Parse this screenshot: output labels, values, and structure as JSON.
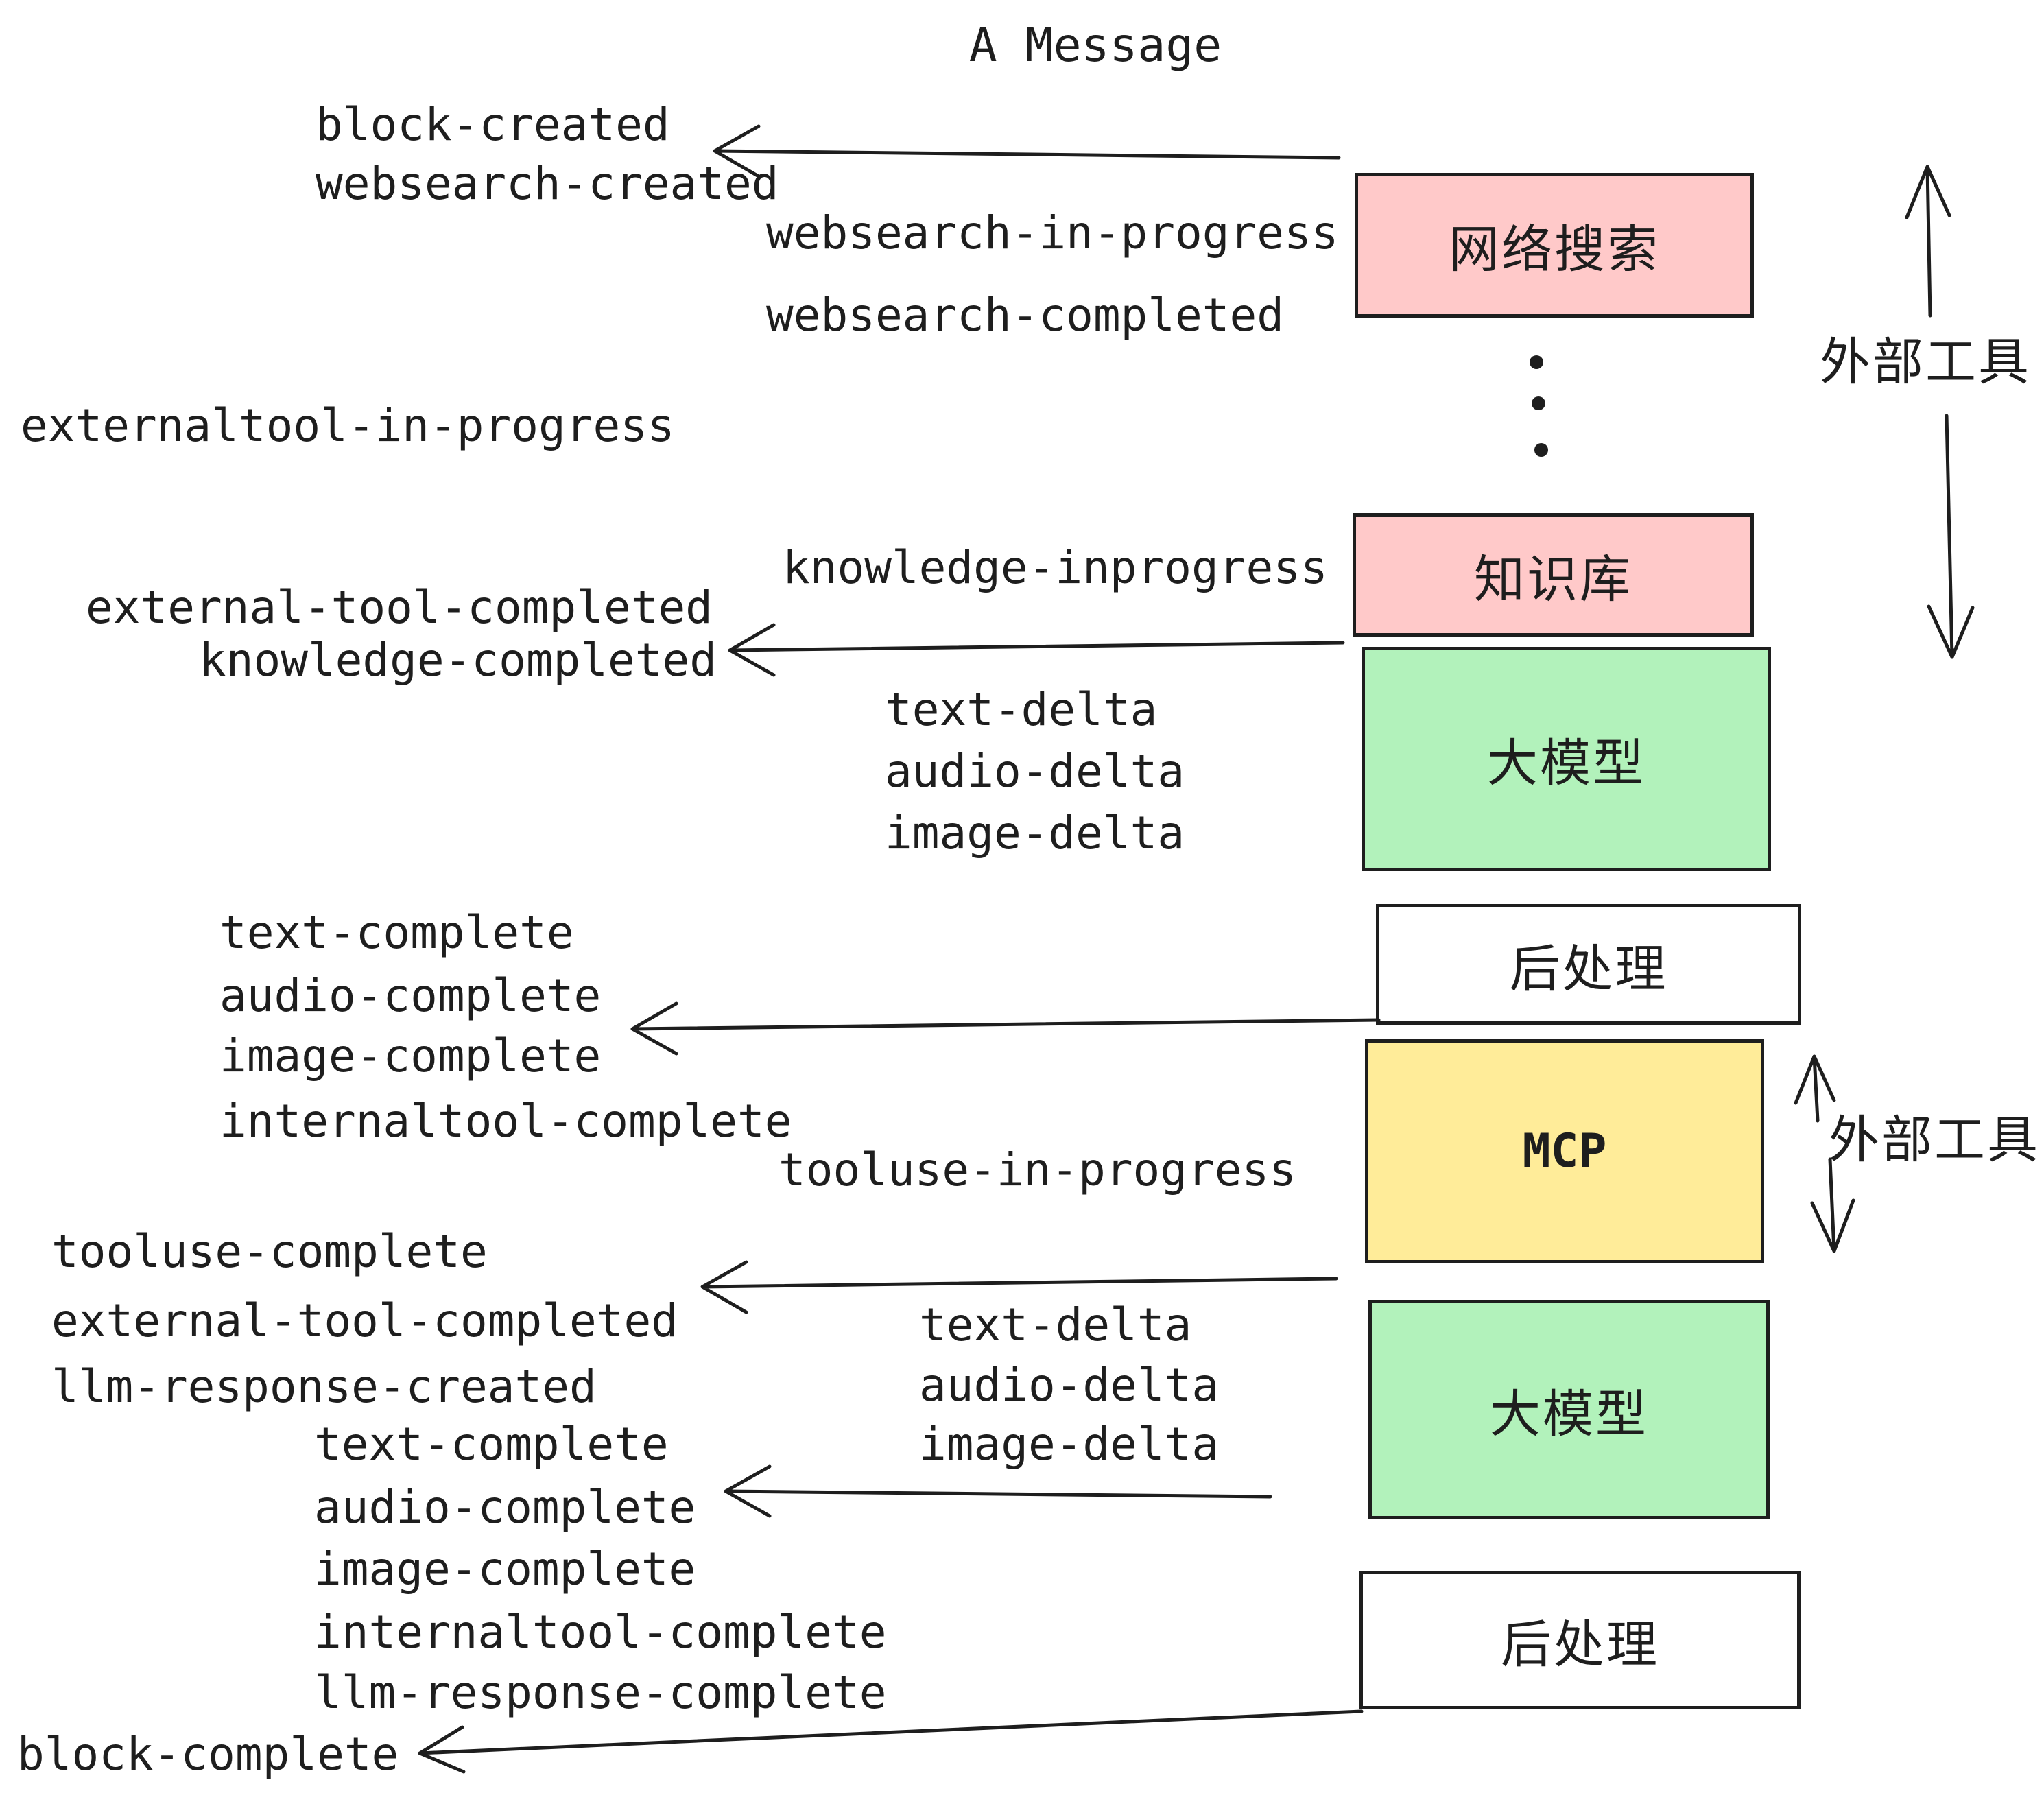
{
  "title": "A Message",
  "colors": {
    "stroke": "#1E1E1E",
    "pink": "#FFC9C9",
    "green": "#B2F2BB",
    "yellow": "#FFEC99",
    "white": "#FFFFFF",
    "background": "#FFFFFF"
  },
  "events": {
    "block_created": "block-created",
    "websearch_created": "websearch-created",
    "websearch_in_progress": "websearch-in-progress",
    "websearch_completed": "websearch-completed",
    "externaltool_in_progress": "externaltool-in-progress",
    "knowledge_inprogress": "knowledge-inprogress",
    "external_tool_completed_1": "external-tool-completed",
    "knowledge_completed": "knowledge-completed",
    "text_delta_1": "text-delta",
    "audio_delta_1": "audio-delta",
    "image_delta_1": "image-delta",
    "text_complete_1": "text-complete",
    "audio_complete_1": "audio-complete",
    "image_complete_1": "image-complete",
    "internaltool_complete_1": "internaltool-complete",
    "tooluse_in_progress": "tooluse-in-progress",
    "tooluse_complete": "tooluse-complete",
    "external_tool_completed_2": "external-tool-completed",
    "llm_response_created": "llm-response-created",
    "text_delta_2": "text-delta",
    "audio_delta_2": "audio-delta",
    "image_delta_2": "image-delta",
    "text_complete_2": "text-complete",
    "audio_complete_2": "audio-complete",
    "image_complete_2": "image-complete",
    "internaltool_complete_2": "internaltool-complete",
    "llm_response_complete": "llm-response-complete",
    "block_complete": "block-complete"
  },
  "boxes": {
    "websearch": {
      "label": "网络搜索",
      "fill": "#FFC9C9"
    },
    "knowledge": {
      "label": "知识库",
      "fill": "#FFC9C9"
    },
    "llm_1": {
      "label": "大模型",
      "fill": "#B2F2BB"
    },
    "postprocess_1": {
      "label": "后处理",
      "fill": "#FFFFFF"
    },
    "mcp": {
      "label": "MCP",
      "fill": "#FFEC99"
    },
    "llm_2": {
      "label": "大模型",
      "fill": "#B2F2BB"
    },
    "postprocess_2": {
      "label": "后处理",
      "fill": "#FFFFFF"
    }
  },
  "annotations": {
    "external_tools_top": "外部工具",
    "external_tools_bottom": "外部工具"
  }
}
